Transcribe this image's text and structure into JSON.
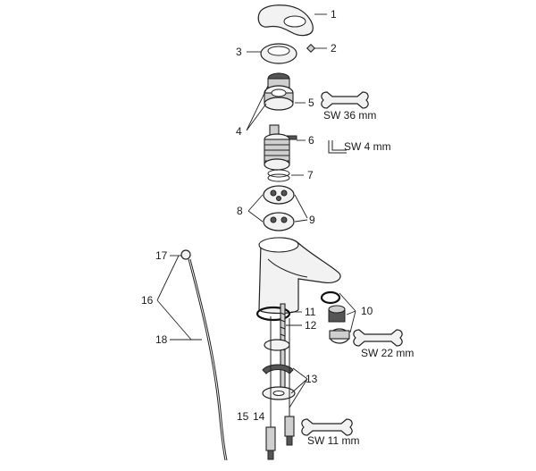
{
  "diagram": {
    "callouts": {
      "c1": "1",
      "c2": "2",
      "c3": "3",
      "c4": "4",
      "c5": "5",
      "c6": "6",
      "c7": "7",
      "c8": "8",
      "c9": "9",
      "c10": "10",
      "c11": "11",
      "c12": "12",
      "c13": "13",
      "c14": "14",
      "c15": "15",
      "c16": "16",
      "c17": "17",
      "c18": "18"
    },
    "tool_labels": {
      "sw36": "SW 36 mm",
      "sw4": "SW 4 mm",
      "sw22": "SW 22 mm",
      "sw11": "SW 11 mm"
    }
  }
}
